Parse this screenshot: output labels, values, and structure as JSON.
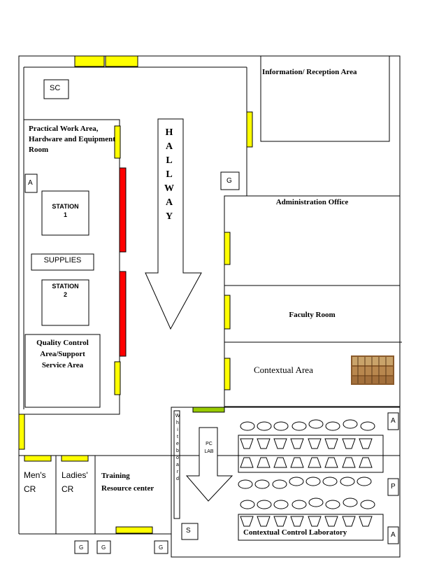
{
  "rooms": {
    "sc": "SC",
    "practical_work": "Practical Work Area, Hardware and Equipment Room",
    "station1": "STATION 1",
    "station2": "STATION 2",
    "supplies": "SUPPLIES",
    "quality_control": "Quality Control Area/Support Service Area",
    "information": "Information/ Reception Area",
    "administration": "Administration Office",
    "faculty": "Faculty Room",
    "contextual_area": "Contextual Area",
    "mens_cr": "Men's CR",
    "ladies_cr": "Ladies' CR",
    "training": "Training Resource center",
    "lab": "Contextual Control Laboratory",
    "pc_lab": "PC LAB",
    "whiteboard": [
      "W",
      "h",
      "i",
      "t",
      "e",
      "b",
      "o",
      "a",
      "r",
      "d"
    ]
  },
  "hallway": [
    "H",
    "A",
    "L",
    "L",
    "W",
    "A",
    "Y"
  ],
  "markers": {
    "a": "A",
    "g": "G",
    "s": "S",
    "p": "P"
  },
  "colors": {
    "door": "#ffff00",
    "blocked_door": "#ff0000",
    "green_door": "#99cc00",
    "line": "#000000"
  }
}
